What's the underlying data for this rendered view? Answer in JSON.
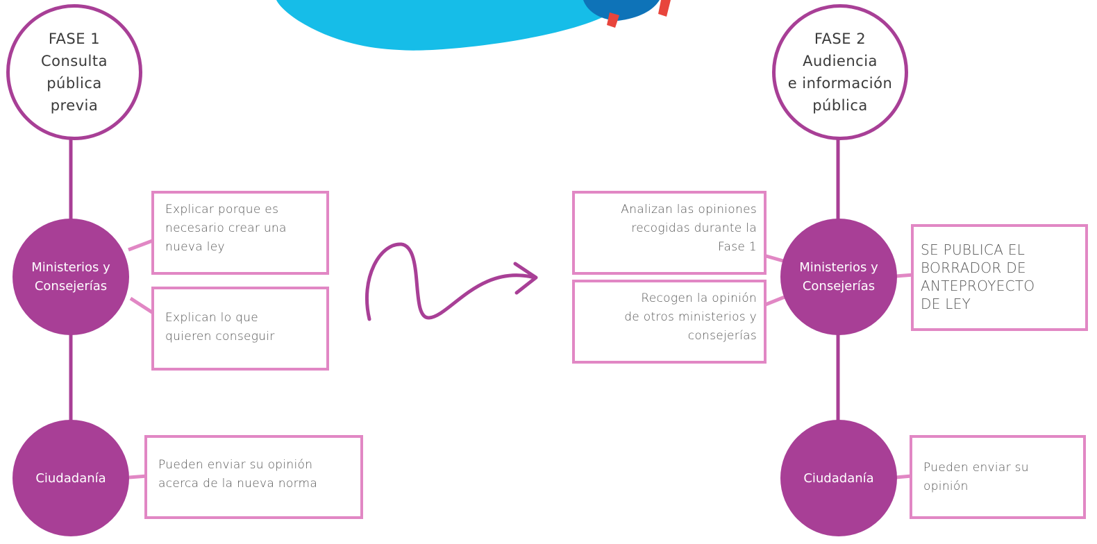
{
  "colors": {
    "primary": "#a83f96",
    "note_border": "#e187c4",
    "illustration_blue": "#16bde8"
  },
  "phase1": {
    "title_lines": [
      "FASE 1",
      "Consulta",
      "pública",
      "previa"
    ],
    "actor_ministries_lines": [
      "Ministerios y",
      "Consejerías"
    ],
    "actor_citizens": "Ciudadanía",
    "note_explain_lines": [
      "Explicar porque es",
      "necesario crear una",
      "nueva ley"
    ],
    "note_goals_lines": [
      "Explican lo que",
      "quieren conseguir"
    ],
    "note_citizens_lines": [
      "Pueden enviar su opinión",
      "acerca de la nueva norma"
    ]
  },
  "phase2": {
    "title_lines": [
      "FASE 2",
      "Audiencia",
      "e información",
      "pública"
    ],
    "actor_ministries_lines": [
      "Ministerios y",
      "Consejerías"
    ],
    "actor_citizens": "Ciudadanía",
    "note_analyze_lines": [
      "Analizan las opiniones",
      "recogidas durante la",
      "Fase 1"
    ],
    "note_collect_lines": [
      "Recogen la opinión",
      "de otros ministerios y",
      "consejerías"
    ],
    "note_publish_lines": [
      "SE PUBLICA EL",
      "BORRADOR DE",
      "ANTEPROYECTO",
      "DE LEY"
    ],
    "note_citizens_lines": [
      "Pueden enviar su",
      "opinión"
    ]
  }
}
